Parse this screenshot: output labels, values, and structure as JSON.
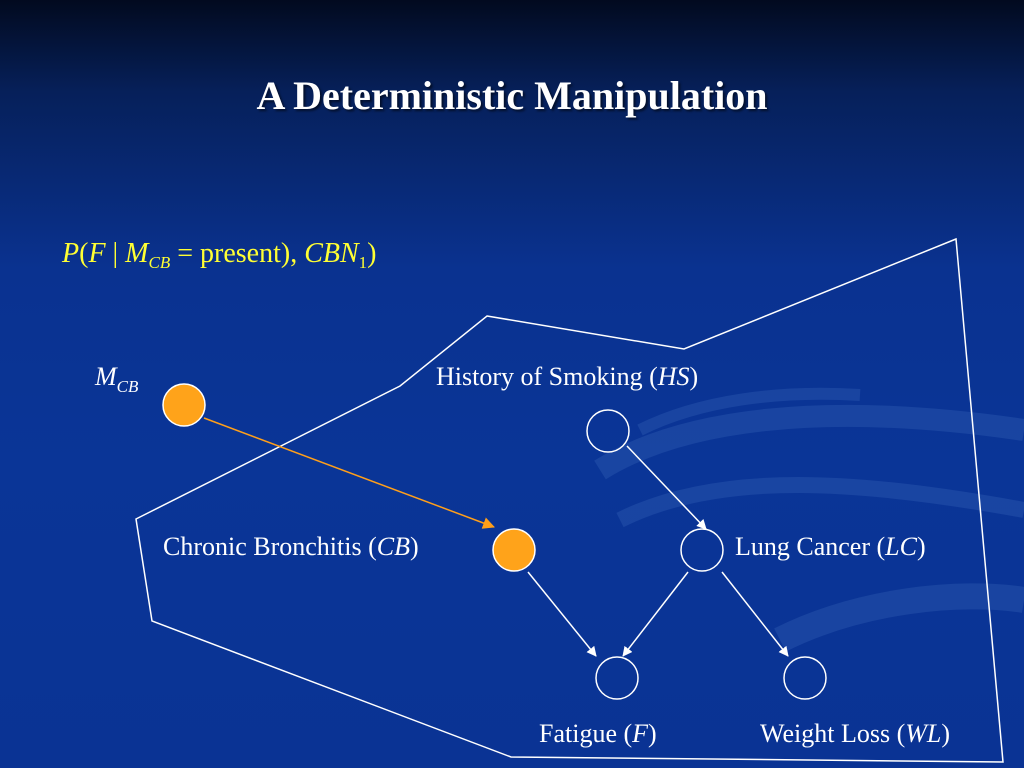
{
  "title": "A Deterministic Manipulation",
  "formula": {
    "p": "P",
    "open": "(",
    "f": "F",
    "bar": " | ",
    "m": "M",
    "sub": "CB",
    "eq": " = present), ",
    "cbn": "CBN",
    "cbn_sub": "1",
    "close": ")"
  },
  "nodes": {
    "mcb": {
      "label_main": "M",
      "label_sub": "CB",
      "color": "#ffa31a"
    },
    "hs": {
      "label": "History of Smoking (",
      "abbr": "HS",
      "close": ")"
    },
    "cb": {
      "label": "Chronic Bronchitis (",
      "abbr": "CB",
      "close": ")",
      "color": "#ffa31a"
    },
    "lc": {
      "label": "Lung Cancer (",
      "abbr": "LC",
      "close": ")"
    },
    "f": {
      "label": "Fatigue (",
      "abbr": "F",
      "close": ")"
    },
    "wl": {
      "label": "Weight Loss (",
      "abbr": "WL",
      "close": ")"
    }
  },
  "colors": {
    "background": "#0a3394",
    "formula_text": "#ffff33",
    "manipulated_node": "#ffa31a",
    "manipulation_arrow": "#ff9f1a",
    "edges": "#ffffff"
  }
}
